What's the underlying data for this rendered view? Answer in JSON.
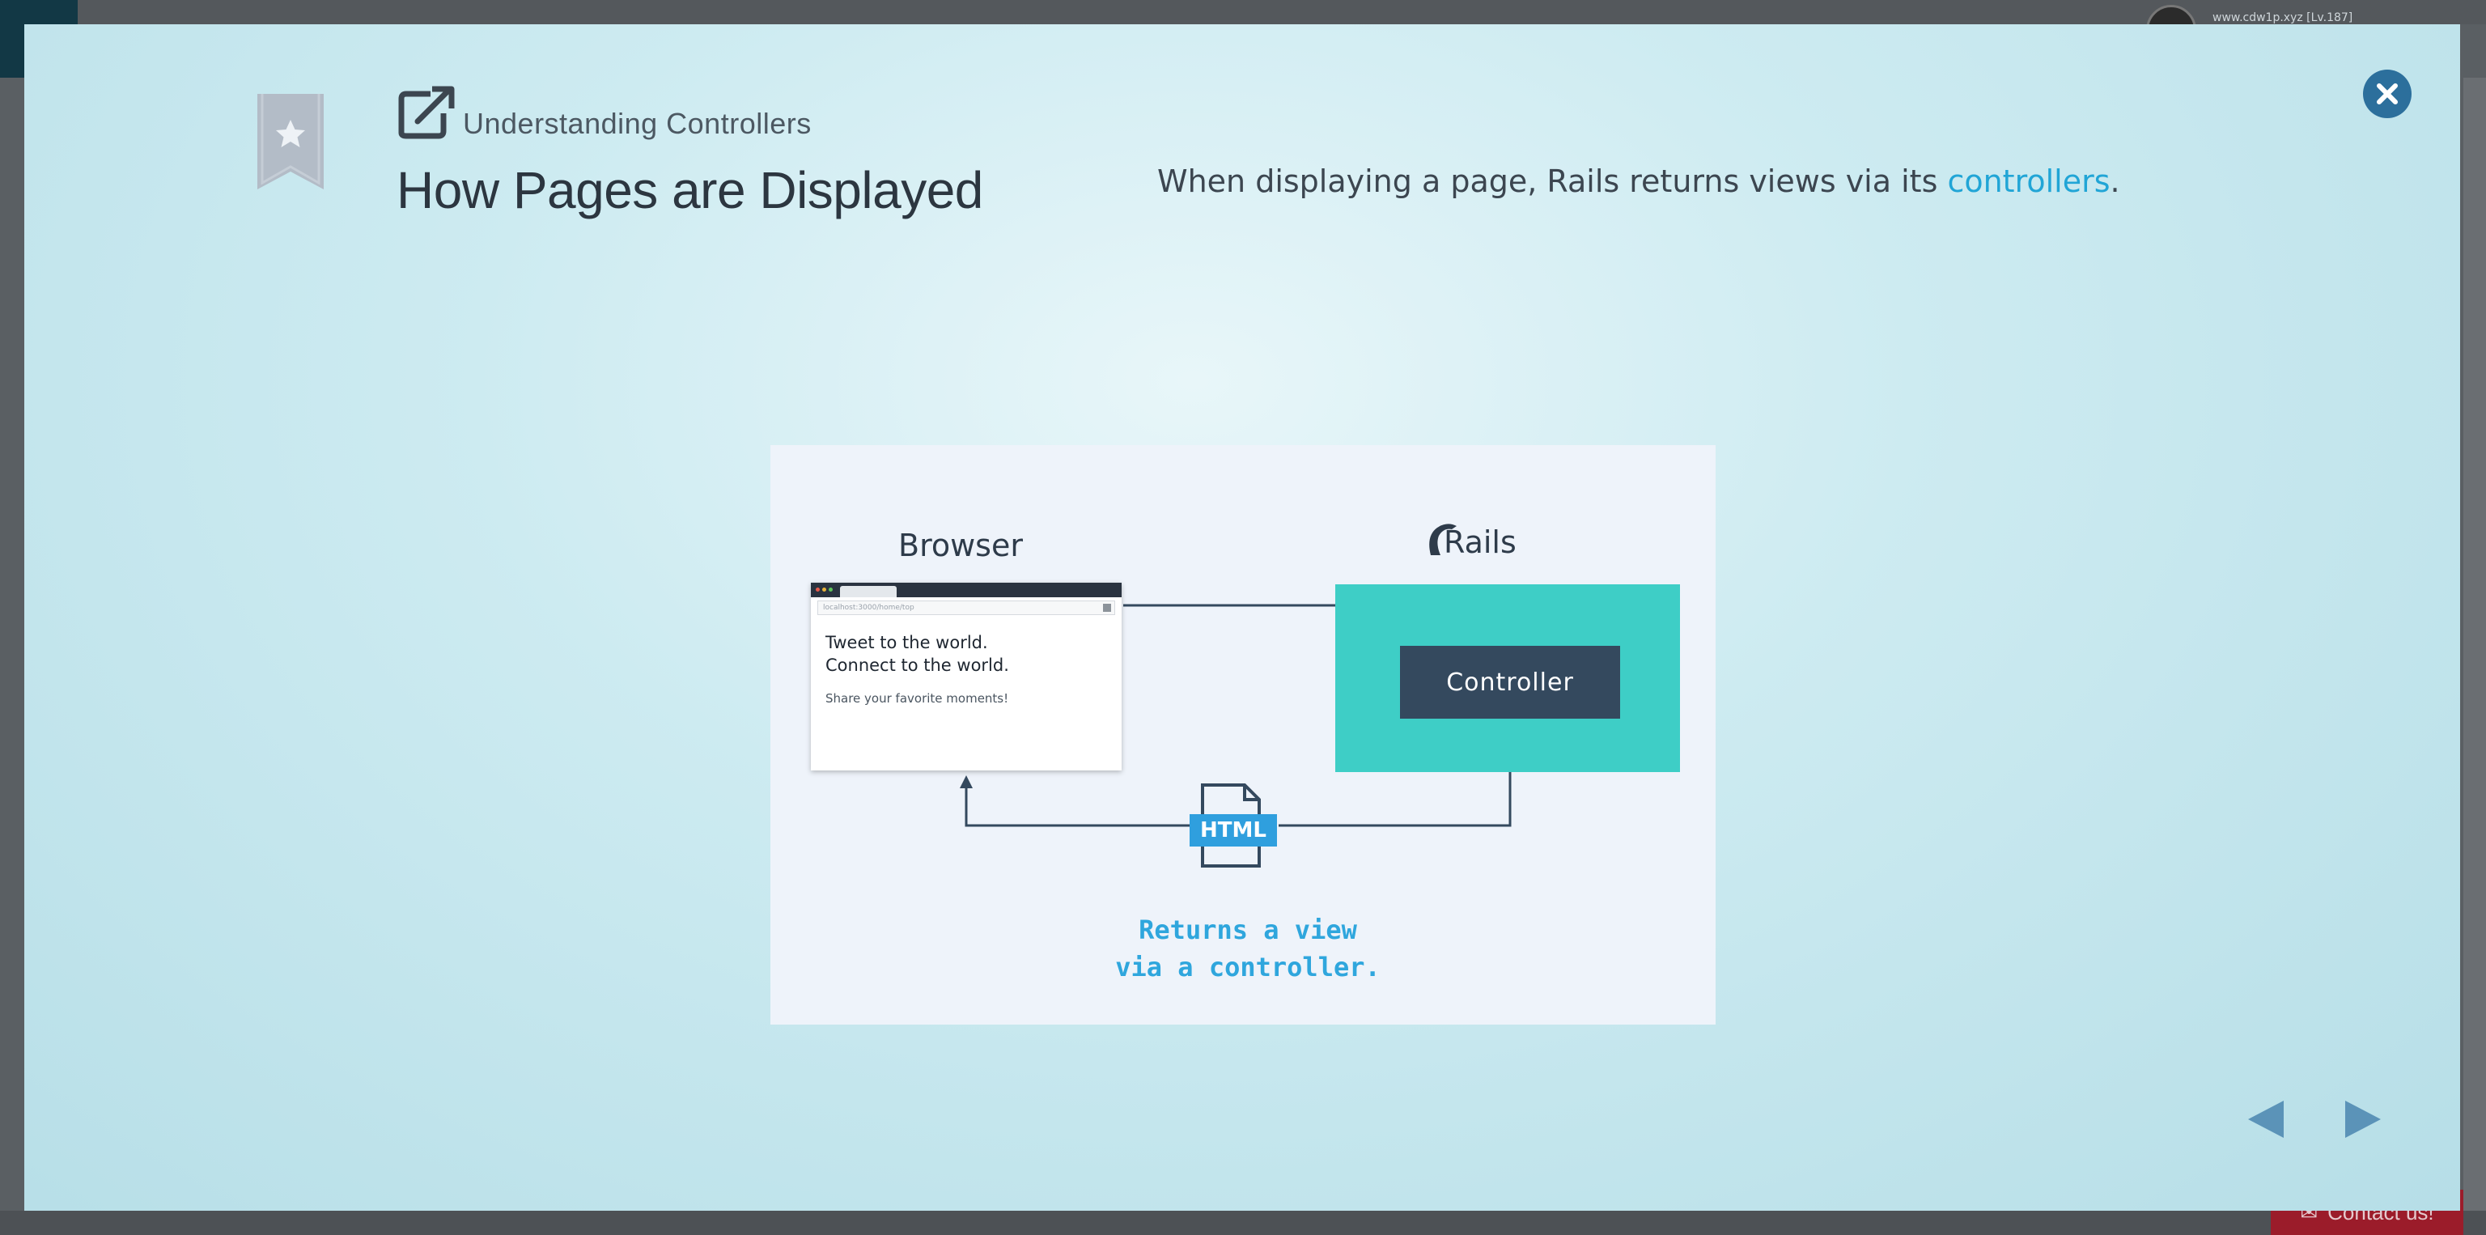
{
  "background": {
    "user_text": "www.cdw1p.xyz [Lv.187]",
    "contact_label": "Contact us!"
  },
  "lesson": {
    "label": "Understanding Controllers",
    "title": "How Pages are Displayed",
    "description_prefix": "When displaying a page, Rails returns views via its ",
    "description_link": "controllers",
    "description_suffix": "."
  },
  "diagram": {
    "browser_label": "Browser",
    "rails_label": "Rails",
    "browser_url": "localhost:3000/home/top",
    "browser_line1": "Tweet to the world.",
    "browser_line2": "Connect to the world.",
    "browser_line3": "Share your favorite moments!",
    "controller_label": "Controller",
    "html_label": "HTML",
    "caption_line1": "Returns a view",
    "caption_line2": "via a controller."
  },
  "icons": {
    "bookmark": "bookmark-star-icon",
    "external": "external-link-icon",
    "close": "close-icon",
    "prev": "prev-arrow-icon",
    "next": "next-arrow-icon"
  },
  "colors": {
    "link": "#21a5d6",
    "rails_box": "#3ecec6",
    "controller": "#34495e",
    "html_badge": "#2f9fde",
    "close_button": "#2c6f9c"
  }
}
